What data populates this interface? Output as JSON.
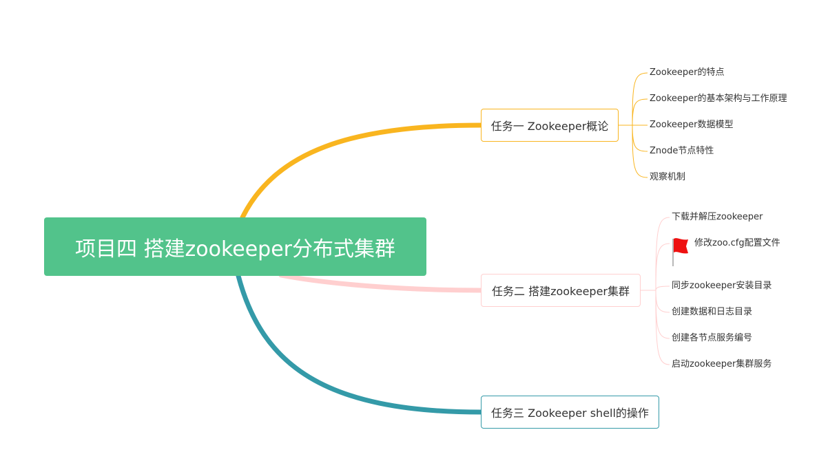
{
  "colors": {
    "root": "#52c38b",
    "branch1": "#f9b51f",
    "branch2": "#ffcfcf",
    "branch3": "#349aa8",
    "flag": "#ee1111"
  },
  "root": {
    "label": "项目四  搭建zookeeper分布式集群"
  },
  "tasks": [
    {
      "label": "任务一 Zookeeper概论",
      "items": [
        "Zookeeper的特点",
        "Zookeeper的基本架构与工作原理",
        "Zookeeper数据模型",
        "Znode节点特性",
        "观察机制"
      ]
    },
    {
      "label": "任务二 搭建zookeeper集群",
      "items": [
        "下载并解压zookeeper",
        "修改zoo.cfg配置文件",
        "同步zookeeper安装目录",
        "创建数据和日志目录",
        "创建各节点服务编号",
        "启动zookeeper集群服务"
      ],
      "flagged_item": "修改zoo.cfg配置文件",
      "flag_icon": "red-flag-icon"
    },
    {
      "label": "任务三 Zookeeper shell的操作",
      "items": []
    }
  ]
}
